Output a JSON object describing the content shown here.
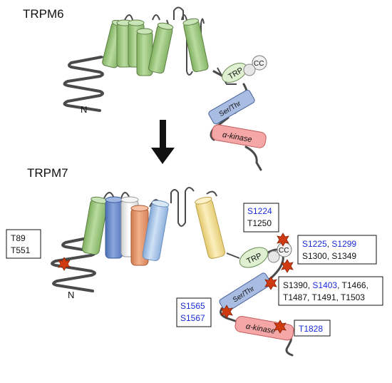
{
  "titles": {
    "top": "TRPM6",
    "bottom": "TRPM7"
  },
  "domains": {
    "trp": "TRP",
    "cc": "CC",
    "ser_thr": "Ser/Thr",
    "kinase": "α-kinase",
    "n_terminus": "N"
  },
  "sites": {
    "t89": "T89",
    "t551": "T551",
    "s1224": "S1224",
    "t1250": "T1250",
    "s1225": "S1225",
    "comma": ",",
    "s1299": "S1299",
    "s1300_s1349": "S1300, S1349",
    "s1390": "S1390,",
    "s1403": "S1403",
    "t1466": ", T1466,",
    "line2": "T1487, T1491, T1503",
    "s1565": "S1565",
    "s1567": "S1567",
    "t1828": "T1828"
  },
  "colors": {
    "tm_green": "#a8d08d",
    "tm_blue": "#6f8fcf",
    "tm_white": "#ececec",
    "tm_orange": "#e39a6f",
    "tm_lightblue": "#a9c7e8",
    "tm_yellow": "#f2df94",
    "trp_fill": "#dff0d0",
    "serthr_fill": "#a9bde3",
    "kinase_fill": "#f5a6a6",
    "star": "#d03a10",
    "blue_text": "#1a2bd6"
  }
}
